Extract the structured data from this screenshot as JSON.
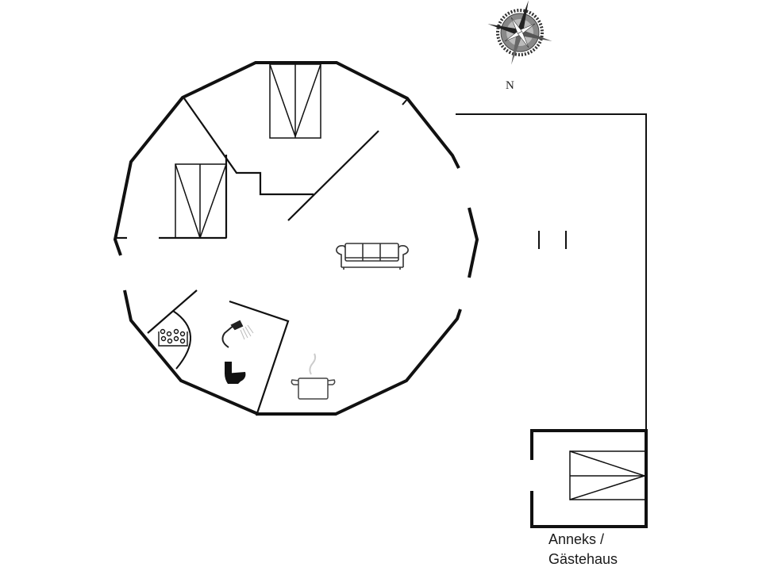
{
  "compass": {
    "north_label": "N"
  },
  "annex": {
    "label_line1": "Anneks /",
    "label_line2": "Gästehaus"
  },
  "rooms": [
    {
      "name": "bedroom-north",
      "icon": "bed-icon"
    },
    {
      "name": "bedroom-west",
      "icon": "bed-icon"
    },
    {
      "name": "living-room",
      "icon": "sofa-icon"
    },
    {
      "name": "kitchen",
      "icon": "cooking-pot-icon"
    },
    {
      "name": "bathroom",
      "icon": "shower-icon"
    },
    {
      "name": "toilet",
      "icon": "toilet-icon"
    },
    {
      "name": "sauna",
      "icon": "sauna-stones-icon"
    },
    {
      "name": "terrace",
      "icon": "terrace-area"
    },
    {
      "name": "annex-bedroom",
      "icon": "bed-icon"
    }
  ],
  "colors": {
    "wall": "#111111",
    "background": "#ffffff"
  }
}
